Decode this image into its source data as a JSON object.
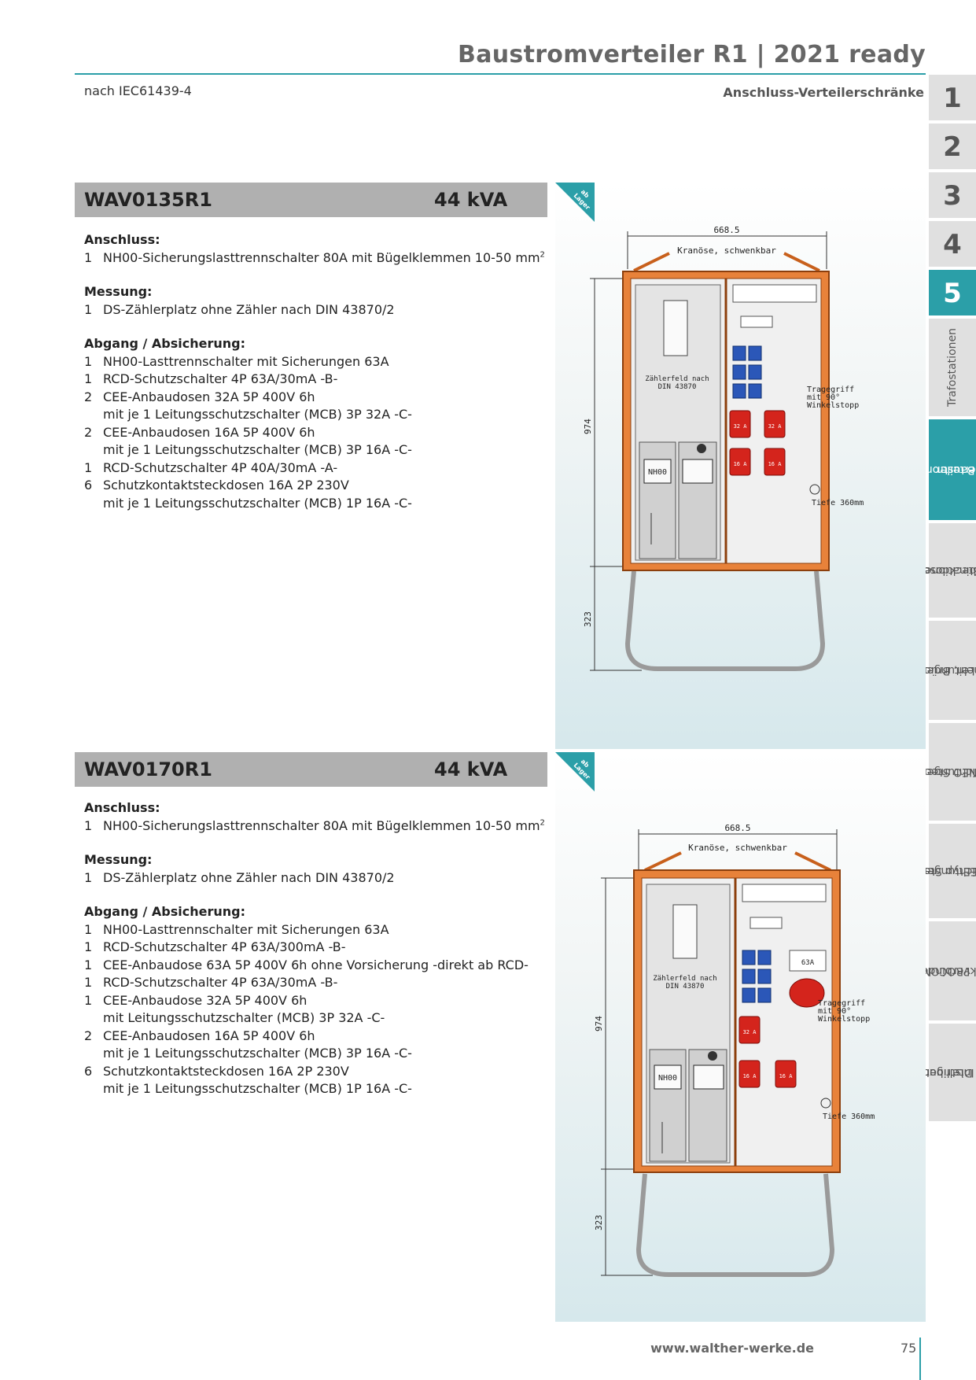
{
  "header": {
    "title": "Baustromverteiler R1 | 2021 ready",
    "norm": "nach IEC61439-4",
    "subtitle": "Anschluss-Verteilerschränke"
  },
  "tabs": [
    {
      "label": "1"
    },
    {
      "label": "2"
    },
    {
      "label": "3"
    },
    {
      "label": "4"
    },
    {
      "label": "5",
      "active": true
    },
    {
      "label": "Trafostationen"
    },
    {
      "label1": "Baustrom-",
      "label2": "verteiler",
      "active": true
    },
    {
      "label1": "Steckdosen-",
      "label2": "kombinationen"
    },
    {
      "label1": "Leitungen,",
      "label2": "Trommeln, Brücken"
    },
    {
      "label1": "NEO Steck-",
      "label2": "vorrichtungen"
    },
    {
      "label1": "CEEtyp Steck-",
      "label2": "vorrichtungen"
    },
    {
      "label1": "PROCON",
      "label2": "Steckverbinder"
    },
    {
      "label1": "Intelligent",
      "label2": "Power Distribution"
    }
  ],
  "badge": {
    "text1": "ab",
    "text2": "Lager"
  },
  "products": [
    {
      "code": "WAV0135R1",
      "power": "44 kVA",
      "groups": [
        {
          "title": "Anschluss:",
          "items": [
            {
              "qty": "1",
              "text": "NH00-Sicherungslasttrennschalter 80A mit Bügelklemmen 10-50 mm",
              "sup": "2"
            }
          ]
        },
        {
          "title": "Messung:",
          "items": [
            {
              "qty": "1",
              "text": "DS-Zählerplatz ohne Zähler nach DIN 43870/2"
            }
          ]
        },
        {
          "title": "Abgang / Absicherung:",
          "items": [
            {
              "qty": "1",
              "text": "NH00-Lasttrennschalter mit Sicherungen 63A"
            },
            {
              "qty": "1",
              "text": "RCD-Schutzschalter 4P 63A/30mA -B-"
            },
            {
              "qty": "2",
              "text": "CEE-Anbaudosen 32A 5P 400V 6h",
              "cont": "mit je 1 Leitungsschutzschalter (MCB) 3P 32A -C-"
            },
            {
              "qty": "2",
              "text": "CEE-Anbaudosen 16A 5P 400V 6h",
              "cont": "mit je 1 Leitungsschutzschalter (MCB) 3P 16A -C-"
            },
            {
              "qty": "1",
              "text": "RCD-Schutzschalter 4P 40A/30mA -A-"
            },
            {
              "qty": "6",
              "text": "Schutzkontaktsteckdosen 16A 2P 230V",
              "cont": "mit je 1 Leitungsschutzschalter (MCB) 1P 16A -C-"
            }
          ]
        }
      ],
      "drawing": {
        "width": "668.5",
        "height": "974",
        "base": "323",
        "top_label": "Kranöse, schwenkbar",
        "meter_label1": "Zählerfeld nach",
        "meter_label2": "DIN 43870",
        "nh_label": "NH00",
        "handle1": "Tragegriff",
        "handle2": "mit 90°",
        "handle3": "Winkelstopp",
        "depth": "Tiefe 360mm",
        "socket_32": "32 A",
        "socket_16": "16 A"
      }
    },
    {
      "code": "WAV0170R1",
      "power": "44 kVA",
      "groups": [
        {
          "title": "Anschluss:",
          "items": [
            {
              "qty": "1",
              "text": "NH00-Sicherungslasttrennschalter 80A mit Bügelklemmen 10-50 mm",
              "sup": "2"
            }
          ]
        },
        {
          "title": "Messung:",
          "items": [
            {
              "qty": "1",
              "text": "DS-Zählerplatz ohne Zähler nach DIN 43870/2"
            }
          ]
        },
        {
          "title": "Abgang / Absicherung:",
          "items": [
            {
              "qty": "1",
              "text": "NH00-Lasttrennschalter mit Sicherungen 63A"
            },
            {
              "qty": "1",
              "text": "RCD-Schutzschalter 4P 63A/300mA -B-"
            },
            {
              "qty": "1",
              "text": "CEE-Anbaudose 63A 5P 400V 6h ohne Vorsicherung -direkt ab RCD-"
            },
            {
              "qty": "1",
              "text": "RCD-Schutzschalter 4P 63A/30mA -B-"
            },
            {
              "qty": "1",
              "text": "CEE-Anbaudose 32A 5P 400V 6h",
              "cont": "mit Leitungsschutzschalter (MCB) 3P 32A -C-"
            },
            {
              "qty": "2",
              "text": "CEE-Anbaudosen 16A 5P 400V 6h",
              "cont": "mit je 1 Leitungsschutzschalter (MCB) 3P 16A -C-"
            },
            {
              "qty": "6",
              "text": "Schutzkontaktsteckdosen 16A 2P 230V",
              "cont": "mit je 1 Leitungsschutzschalter (MCB) 1P 16A -C-"
            }
          ]
        }
      ],
      "drawing": {
        "width": "668.5",
        "height": "974",
        "base": "323",
        "top_label": "Kranöse, schwenkbar",
        "meter_label1": "Zählerfeld nach",
        "meter_label2": "DIN 43870",
        "nh_label": "NH00",
        "handle1": "Tragegriff",
        "handle2": "mit 90°",
        "handle3": "Winkelstopp",
        "depth": "Tiefe 360mm",
        "socket_63": "63A",
        "socket_32": "32 A",
        "socket_16": "16 A"
      }
    }
  ],
  "footer": {
    "url": "www.walther-werke.de",
    "page": "75"
  }
}
